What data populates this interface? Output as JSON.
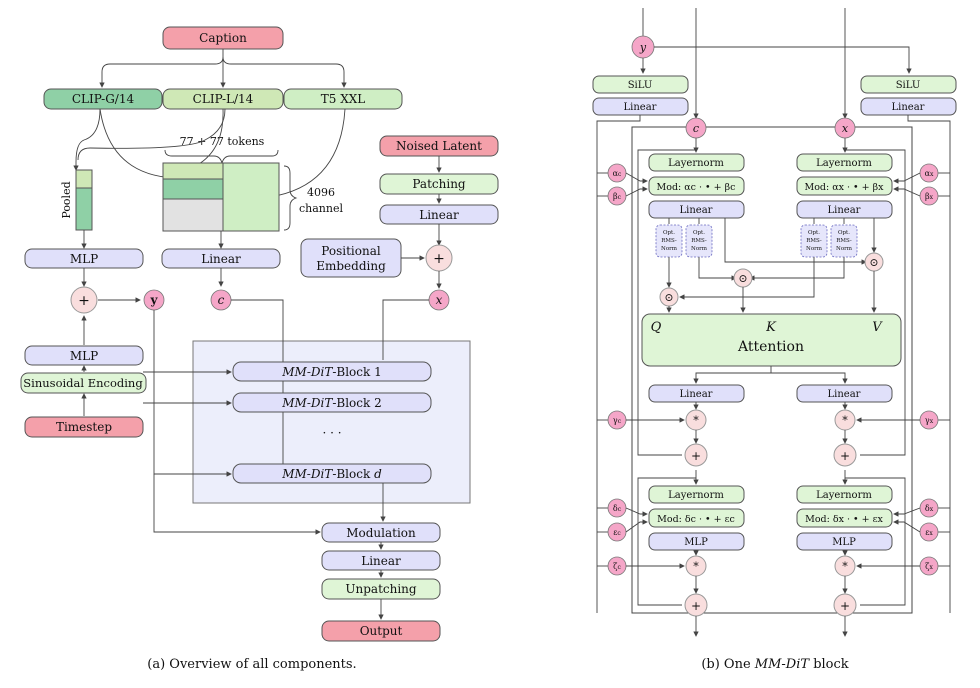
{
  "left": {
    "caption": "Caption",
    "clip_g": "CLIP-G/14",
    "clip_l": "CLIP-L/14",
    "t5": "T5 XXL",
    "tokens": "77 + 77 tokens",
    "channel_num": "4096",
    "channel_word": "channel",
    "pooled": "Pooled",
    "noised_latent": "Noised Latent",
    "patching": "Patching",
    "linear": "Linear",
    "positional_1": "Positional",
    "positional_2": "Embedding",
    "mlp": "MLP",
    "y": "y",
    "c": "c",
    "x": "x",
    "sinusoidal": "Sinusoidal Encoding",
    "timestep": "Timestep",
    "block_name": "MM-DiT",
    "block_suffix": "-Block",
    "block1_num": "1",
    "block2_num": "2",
    "blockd_num": "d",
    "dots": "· · ·",
    "modulation": "Modulation",
    "unpatching": "Unpatching",
    "output": "Output",
    "plus": "+"
  },
  "right": {
    "y": "y",
    "c": "c",
    "x": "x",
    "silu": "SiLU",
    "linear": "Linear",
    "layernorm": "Layernorm",
    "mod_c1": "Mod: αc · • + βc",
    "mod_x1": "Mod: αx · • + βx",
    "rms_1": "Opt.",
    "rms_2": "RMS-",
    "rms_3": "Norm",
    "odot": "⊙",
    "Q": "Q",
    "K": "K",
    "V": "V",
    "attention": "Attention",
    "star": "*",
    "plus": "+",
    "mod_c2": "Mod: δc · • + εc",
    "mod_x2": "Mod: δx · • + εx",
    "mlp": "MLP",
    "alpha": "α",
    "beta": "β",
    "gamma": "γ",
    "delta": "δ",
    "epsilon": "ε",
    "zeta": "ζ",
    "sub_c": "c",
    "sub_x": "x"
  },
  "captions": {
    "a": "(a) Overview of all components.",
    "b_prefix": "(b) One ",
    "b_name": "MM-DiT",
    "b_suffix": " block"
  }
}
